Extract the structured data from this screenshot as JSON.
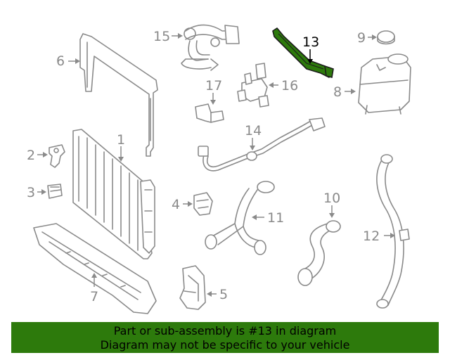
{
  "diagram": {
    "highlight_color": "#2d7a0c",
    "highlighted_part": "13",
    "callouts": [
      "1",
      "2",
      "3",
      "4",
      "5",
      "6",
      "7",
      "8",
      "9",
      "10",
      "11",
      "12",
      "13",
      "14",
      "15",
      "16",
      "17"
    ]
  },
  "banner": {
    "line1": "Part or sub-assembly is #13 in diagram",
    "line2": "Diagram may not be specific to your vehicle",
    "background": "#2d7a0c"
  }
}
